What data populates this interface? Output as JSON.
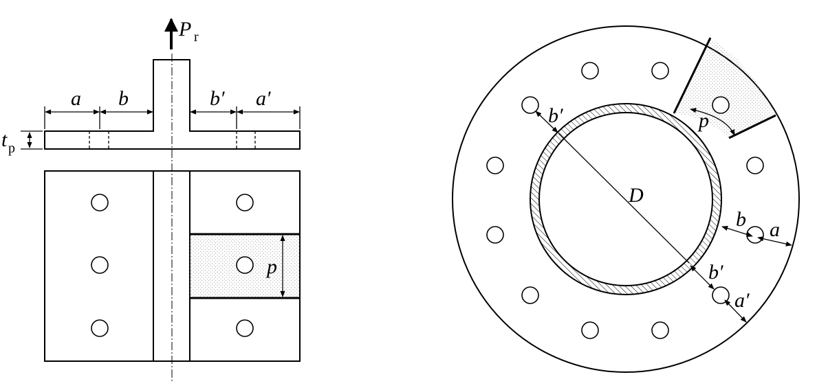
{
  "left_figure": {
    "labels": {
      "a": "a",
      "b": "b",
      "b_prime": "b′",
      "a_prime": "a′",
      "t": "t",
      "t_sub": "p",
      "P": "P",
      "P_sub": "r",
      "p": "p"
    },
    "plan_bolt_rows": 3,
    "bolt_columns": 2
  },
  "right_figure": {
    "labels": {
      "D": "D",
      "p": "p",
      "b": "b",
      "a": "a",
      "b_prime_upper": "b′",
      "b_prime_lower": "b′",
      "a_prime": "a′"
    },
    "bolt_count": 12
  },
  "colors": {
    "line": "#000000",
    "background": "#ffffff",
    "stipple": "#8a8a8a"
  }
}
